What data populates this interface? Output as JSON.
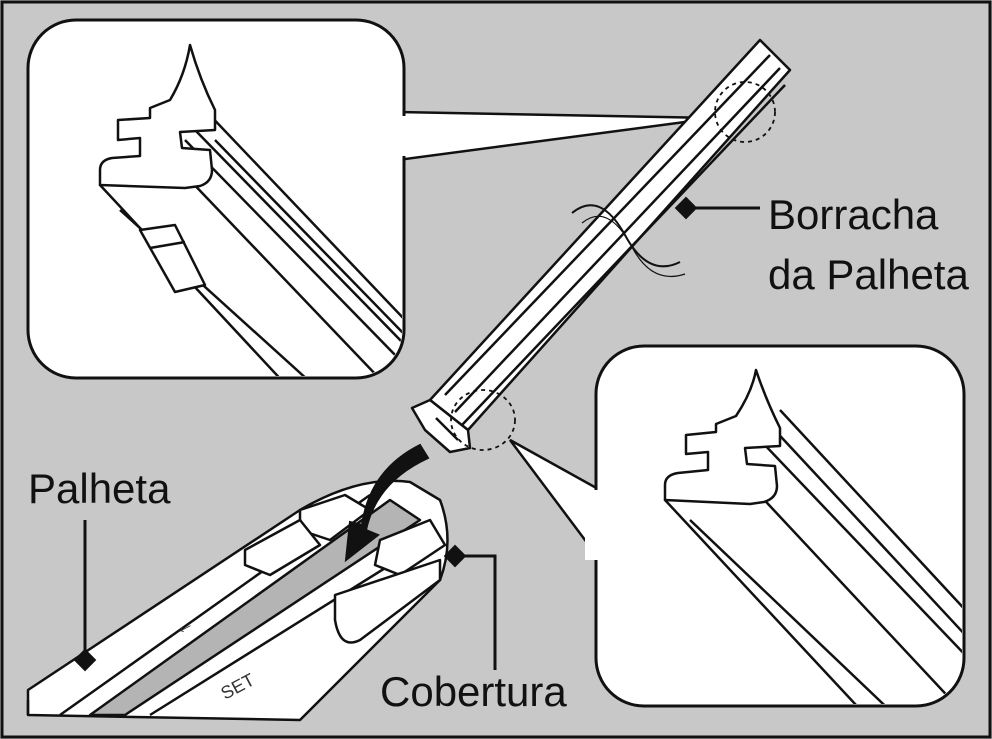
{
  "labels": {
    "blade_rubber_line1": "Borracha",
    "blade_rubber_line2": "da Palheta",
    "blade": "Palheta",
    "cover": "Cobertura"
  },
  "embossed": {
    "arrow_glyph": "←",
    "set_text": "SET"
  },
  "colors": {
    "background": "#c8c8c8",
    "panel": "#ffffff",
    "ink": "#111111",
    "groove": "#b4b4b4"
  }
}
